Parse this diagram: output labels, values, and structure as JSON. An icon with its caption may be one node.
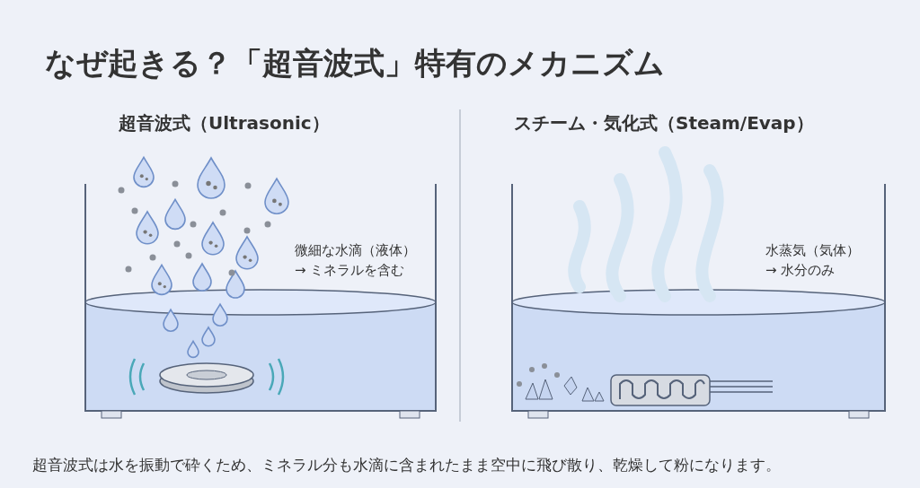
{
  "diagram": {
    "title": "なぜ起きる？「超音波式」特有のメカニズム",
    "caption": "超音波式は水を振動で砕くため、ミネラル分も水滴に含まれたまま空中に飛び散り、乾燥して粉になります。",
    "labels": [
      "超音波式（Ultrasonic）",
      "スチーム・気化式（Steam/Evap）",
      "微細な水滴（液体）",
      "→ ミネラルを含む",
      "水蒸気（気体）",
      "→ 水分のみ"
    ]
  }
}
